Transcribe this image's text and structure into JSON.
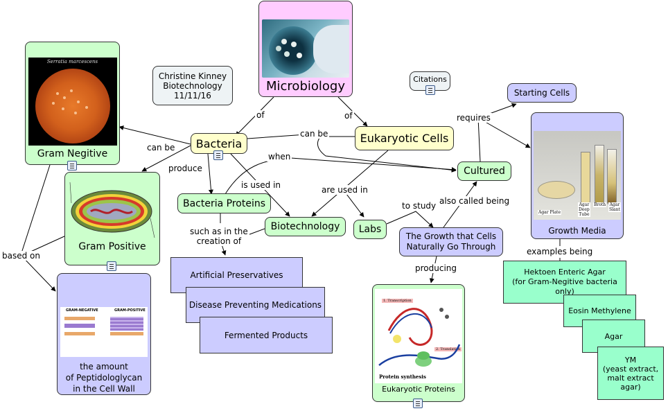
{
  "nodes": {
    "microbiology": "Microbiology",
    "author": "Christine Kinney",
    "course": "Biotechnology",
    "date": "11/11/16",
    "citations": "Citations",
    "bacteria": "Bacteria",
    "eukaryotic_cells": "Eukaryotic Cells",
    "gram_negative": "Gram Negitive",
    "gram_positive": "Gram Positive",
    "peptidoglycan": "the amount\nof Peptidologlycan\nin the Cell Wall",
    "bacteria_proteins": "Bacteria Proteins",
    "biotechnology": "Biotechnology",
    "labs": "Labs",
    "cultured": "Cultured",
    "starting_cells": "Starting Cells",
    "growth_media": "Growth Media",
    "growth_cells": "The Growth that Cells\nNaturally Go Through",
    "eukaryotic_proteins": "Eukaryotic Proteins",
    "artificial_preservatives": "Artificial Preservatives",
    "disease_preventing": "Disease Preventing Medications",
    "fermented_products": "Fermented Products",
    "hektoen": "Hektoen Enteric Agar\n(for Gram-Negitive bacteria only)",
    "eosin": "Eosin Methylene",
    "agar": "Agar",
    "ym": "YM\n(yeast extract,\nmalt extract agar)"
  },
  "links": {
    "of_left": "of",
    "of_right": "of",
    "can_be_top": "can be",
    "can_be_left": "can be",
    "produce": "produce",
    "when": "when",
    "is_used_in": "is used in",
    "are_used_in": "are used in",
    "requires": "requires",
    "to_study": "to study",
    "also_called_being": "also called being",
    "producing": "producing",
    "based_on": "based on",
    "such_as": "such as in the\ncreation of",
    "examples_being": "examples being"
  },
  "image_text": {
    "serratia": "Serratia marcescens",
    "gram_neg_title": "GRAM-NEGATIVE",
    "gram_pos_title": "GRAM-POSITIVE",
    "transcription": "1. Transcription",
    "translation": "2. Translation",
    "protein_synthesis": "Protein synthesis",
    "agar_plate": "Agar Plate",
    "agar_deep_tube": "Agar\nDeep\nTube",
    "broth": "Broth",
    "agar_slant": "Agar\nSlant"
  },
  "colors": {
    "concept_yellow": "#ffffcc",
    "concept_green": "#ccffcc",
    "concept_lavender": "#ccccff",
    "concept_pink": "#ffccff",
    "concept_aqua": "#99ffcc"
  }
}
